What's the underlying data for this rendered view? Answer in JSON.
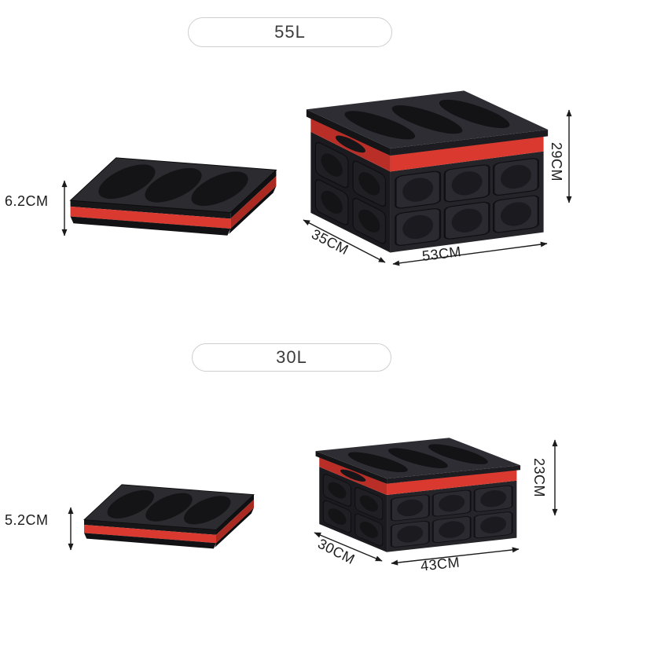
{
  "title": "Collapsible storage crate size diagram",
  "sections": [
    {
      "id": "55l",
      "badge_label": "55L",
      "folded": {
        "height_label": "6.2CM"
      },
      "expanded": {
        "depth_label": "35CM",
        "width_label": "53CM",
        "height_label": "29CM"
      }
    },
    {
      "id": "30l",
      "badge_label": "30L",
      "folded": {
        "height_label": "5.2CM"
      },
      "expanded": {
        "depth_label": "30CM",
        "width_label": "43CM",
        "height_label": "23CM"
      }
    }
  ],
  "colors": {
    "accent_red": "#d9392e",
    "accent_red_dark": "#b02b23",
    "box_black": "#232328",
    "lid_gray": "#2d2d33",
    "dimension_text": "#1c1c1c",
    "badge_border": "#cfcfcf",
    "background": "#ffffff"
  }
}
